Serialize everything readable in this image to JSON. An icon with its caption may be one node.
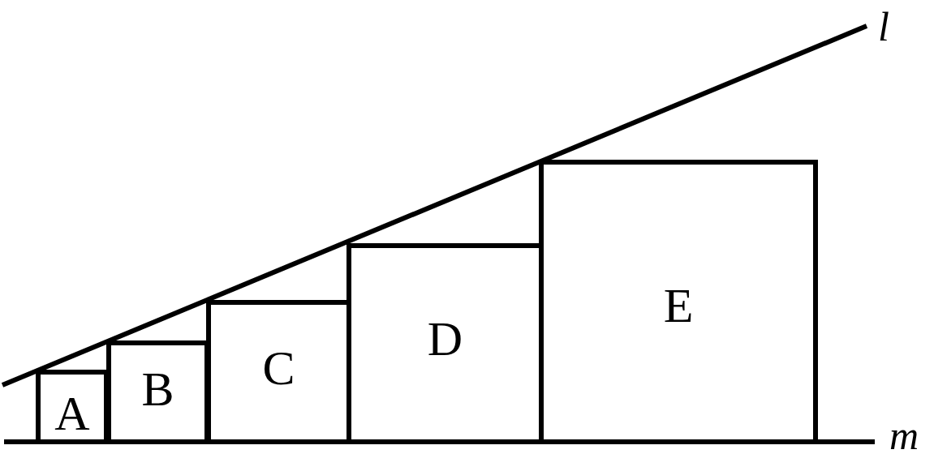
{
  "diagram": {
    "nodes": [
      {
        "text": [
          "A"
        ]
      },
      {
        "text": [
          "B"
        ]
      },
      {
        "text": [
          "C"
        ]
      },
      {
        "text": [
          "D"
        ]
      },
      {
        "text": [
          "E"
        ]
      }
    ],
    "labels": [
      "l",
      "m"
    ]
  }
}
